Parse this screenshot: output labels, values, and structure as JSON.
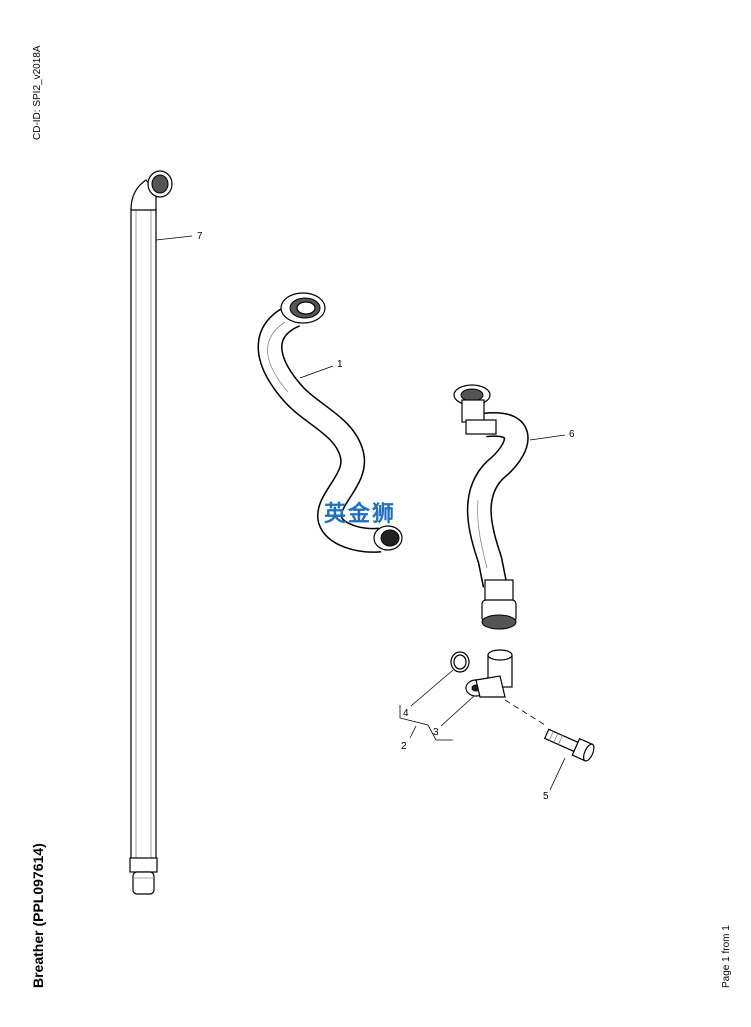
{
  "header": {
    "cd_id": "CD-ID: SPI2_v2018A"
  },
  "title": "Breather (PPL097614)",
  "footer": {
    "page_info": "Page 1 from 1"
  },
  "watermark": "英金狮",
  "callouts": {
    "c1": "1",
    "c2": "2",
    "c3": "3",
    "c4": "4",
    "c5": "5",
    "c6": "6",
    "c7": "7"
  }
}
